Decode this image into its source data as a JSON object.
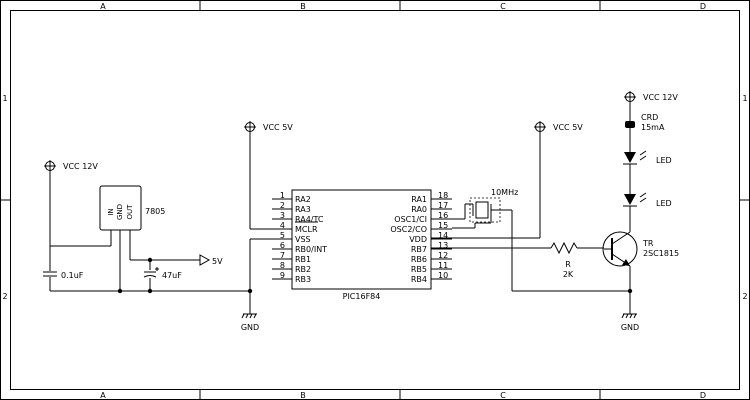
{
  "frame": {
    "col_labels": [
      "A",
      "B",
      "C",
      "D"
    ],
    "row_labels": [
      "1",
      "2"
    ]
  },
  "power": {
    "vcc12_reg": "VCC 12V",
    "vcc5_mclr": "VCC 5V",
    "vcc5_osc": "VCC 5V",
    "vcc12_led": "VCC 12V",
    "out5v": "5V",
    "gnd_left": "GND",
    "gnd_right": "GND"
  },
  "regulator": {
    "part": "7805",
    "pins": [
      "IN",
      "GND",
      "OUT"
    ]
  },
  "capacitors": {
    "c1": "0.1uF",
    "c2": "47uF"
  },
  "mcu": {
    "part": "PIC16F84",
    "left_pins": [
      {
        "num": "1",
        "name": "RA2"
      },
      {
        "num": "2",
        "name": "RA3"
      },
      {
        "num": "3",
        "name": "RA4/TC"
      },
      {
        "num": "4",
        "name": "MCLR"
      },
      {
        "num": "5",
        "name": "VSS"
      },
      {
        "num": "6",
        "name": "RB0/INT"
      },
      {
        "num": "7",
        "name": "RB1"
      },
      {
        "num": "8",
        "name": "RB2"
      },
      {
        "num": "9",
        "name": "RB3"
      }
    ],
    "right_pins": [
      {
        "num": "18",
        "name": "RA1"
      },
      {
        "num": "17",
        "name": "RA0"
      },
      {
        "num": "16",
        "name": "OSC1/CI"
      },
      {
        "num": "15",
        "name": "OSC2/CO"
      },
      {
        "num": "14",
        "name": "VDD"
      },
      {
        "num": "13",
        "name": "RB7"
      },
      {
        "num": "12",
        "name": "RB6"
      },
      {
        "num": "11",
        "name": "RB5"
      },
      {
        "num": "10",
        "name": "RB4"
      }
    ]
  },
  "crystal": {
    "label": "10MHz"
  },
  "resistor": {
    "ref": "R",
    "value": "2K"
  },
  "transistor": {
    "ref": "TR",
    "part": "2SC1815"
  },
  "crd": {
    "ref": "CRD",
    "value": "15mA"
  },
  "leds": [
    "LED",
    "LED"
  ]
}
